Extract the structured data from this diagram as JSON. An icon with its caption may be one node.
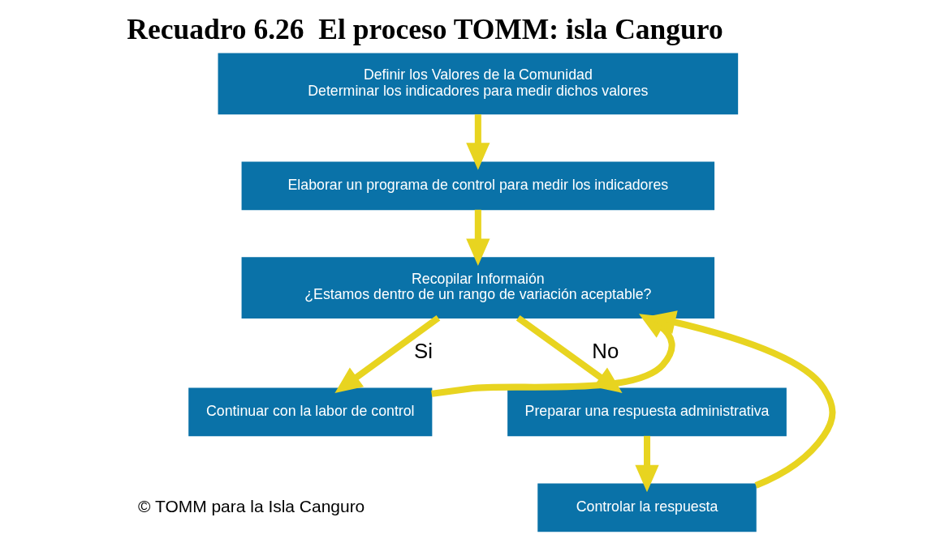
{
  "diagram": {
    "title": "Recuadro 6.26  El proceso TOMM: isla Canguro",
    "nodes": [
      {
        "text": [
          "Definir los Valores de la Comunidad",
          "Determinar los indicadores para medir dichos valores"
        ]
      },
      {
        "text": [
          "Elaborar un programa de control para medir los indicadores"
        ]
      },
      {
        "text": [
          "Recopilar Informaión",
          "¿Estamos dentro de un rango de variación aceptable?"
        ]
      },
      {
        "text": [
          "Continuar con la labor de control"
        ]
      },
      {
        "text": [
          "Preparar una respuesta administrativa"
        ]
      },
      {
        "text": [
          "Controlar la respuesta"
        ]
      }
    ],
    "edges": [
      {
        "from": 0,
        "to": 1,
        "arrow": "to"
      },
      {
        "from": 1,
        "to": 2,
        "arrow": "to"
      },
      {
        "from": 2,
        "to": 3,
        "arrow": "to",
        "label": "Si"
      },
      {
        "from": 2,
        "to": 4,
        "arrow": "to",
        "label": "No"
      },
      {
        "from": 4,
        "to": 5,
        "arrow": "to"
      },
      {
        "from": 3,
        "to": 2,
        "arrow": "to"
      },
      {
        "from": 5,
        "to": 2,
        "arrow": "to"
      }
    ],
    "labels": [
      "© TOMM para la Isla Canguro"
    ]
  }
}
